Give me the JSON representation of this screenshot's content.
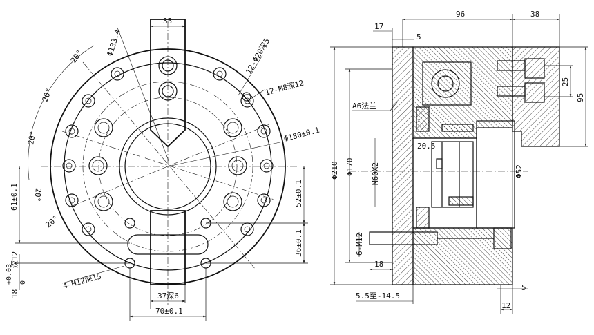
{
  "front_view": {
    "dim_top_width": "35",
    "dim_pcd_outer": "Φ133.4",
    "dim_bolt_holes": "12-Φ20深5",
    "dim_thread_holes": "12-M8深12",
    "dim_bore": "Φ180±0.1",
    "angle_1": "20°",
    "angle_2": "20°",
    "angle_3": "20°",
    "angle_4": "20°",
    "angle_5": "20°",
    "dim_left_vertical": "61±0.1",
    "dim_right_vertical_1": "52±0.1",
    "dim_right_vertical_2": "36±0.1",
    "dim_slot_height": "18",
    "dim_slot_tolerance_upper": "+0.03",
    "dim_slot_tolerance_lower": "0",
    "dim_slot_depth": "深12",
    "dim_side_holes": "4-M12深15",
    "dim_bottom_width": "37深6",
    "dim_overall_bottom": "70±0.1"
  },
  "section_view": {
    "dim_total_width": "96",
    "dim_right_block": "38",
    "dim_17": "17",
    "dim_5_top": "5",
    "dim_flange_label": "A6法兰",
    "dim_phi210": "Φ210",
    "dim_phi170": "Φ170",
    "dim_thread": "M60X2",
    "dim_20_5": "20.5",
    "dim_phi52": "Φ52",
    "dim_25": "25",
    "dim_95": "95",
    "dim_6_m12": "6-M12",
    "dim_18": "18",
    "dim_range": "5.5至-14.5",
    "dim_5_bottom": "5",
    "dim_12": "12"
  }
}
